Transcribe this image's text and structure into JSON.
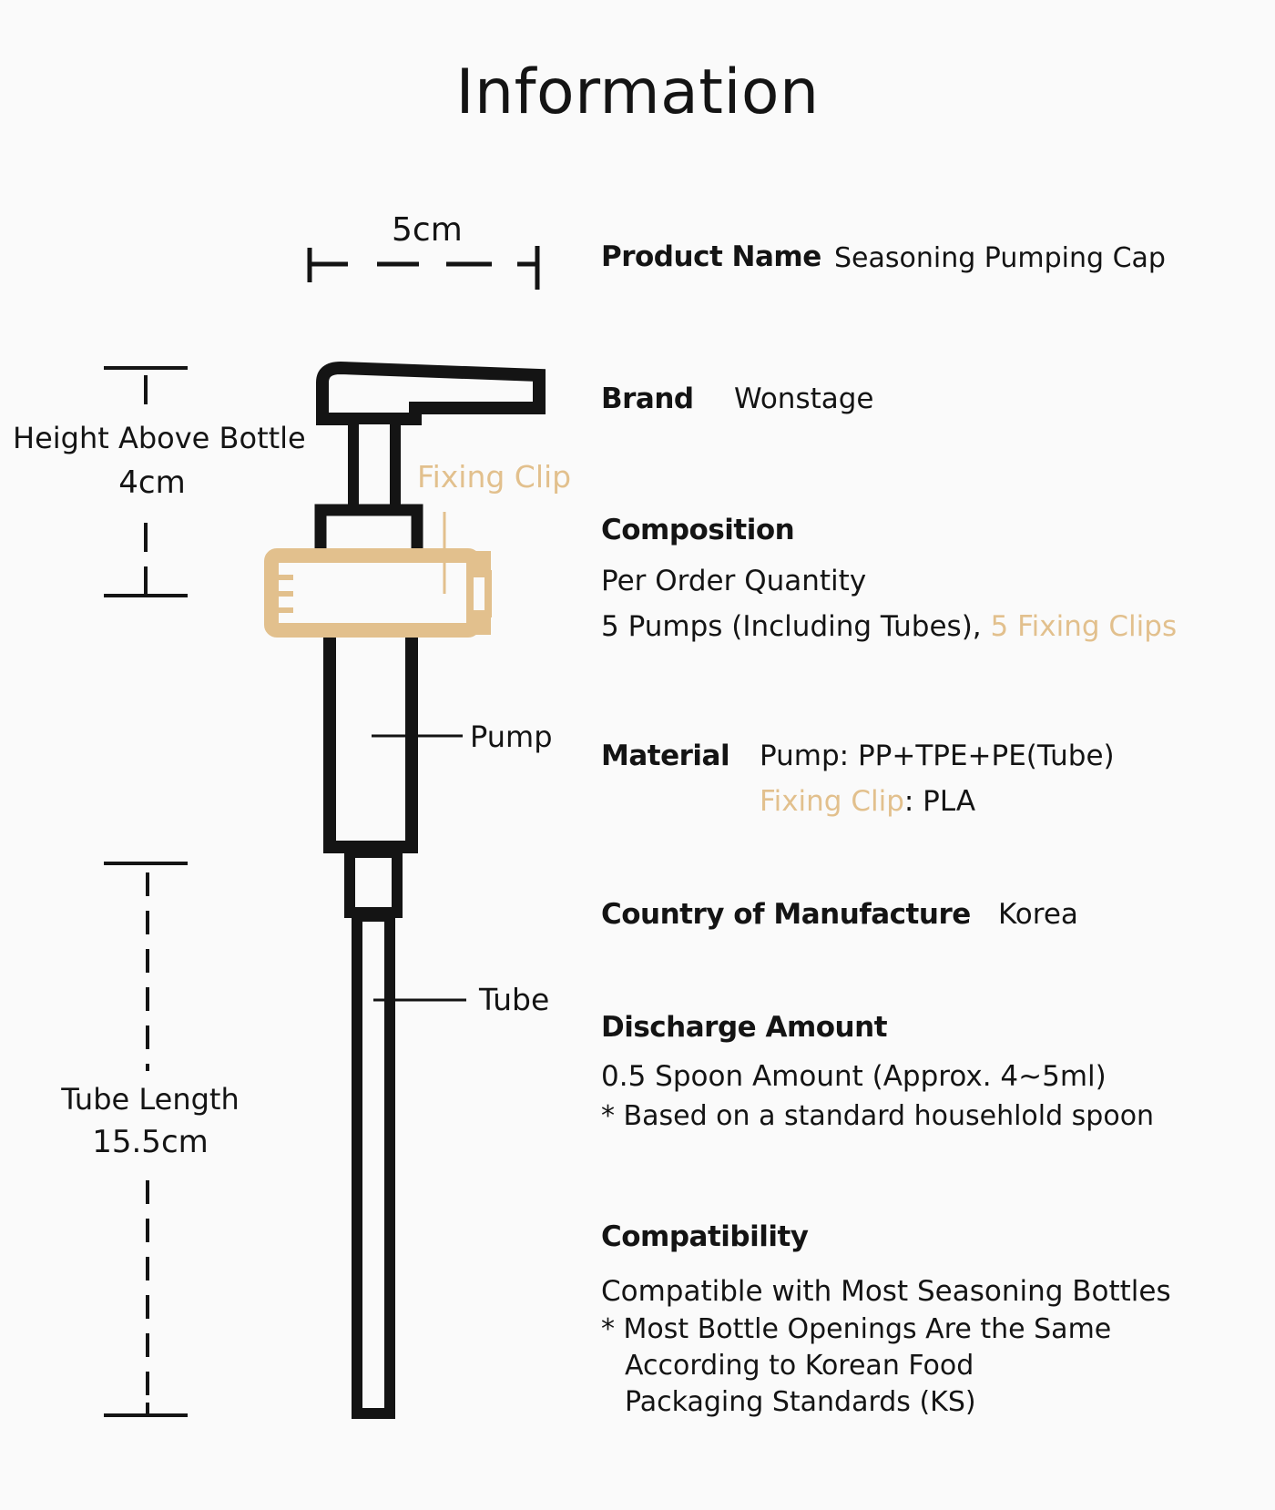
{
  "title": "Information",
  "colors": {
    "ink": "#141414",
    "accent": "#e2c08d",
    "background": "#fafafa"
  },
  "diagram": {
    "width_label": "5cm",
    "height_label_line1": "Height Above Bottle",
    "height_label_line2": "4cm",
    "fixing_clip_label": "Fixing Clip",
    "pump_label": "Pump",
    "tube_label": "Tube",
    "tube_length_line1": "Tube Length",
    "tube_length_line2": "15.5cm"
  },
  "specs": {
    "product_name": {
      "label": "Product Name",
      "value": "Seasoning Pumping Cap"
    },
    "brand": {
      "label": "Brand",
      "value": "Wonstage"
    },
    "composition": {
      "label": "Composition",
      "line1": "Per Order Quantity",
      "line2_prefix": "5 Pumps (Including Tubes), ",
      "line2_accent": "5 Fixing Clips"
    },
    "material": {
      "label": "Material",
      "line1": "Pump: PP+TPE+PE(Tube)",
      "line2_accent": "Fixing Clip",
      "line2_suffix": ": PLA"
    },
    "country": {
      "label": "Country of Manufacture",
      "value": "Korea"
    },
    "discharge": {
      "label": "Discharge Amount",
      "line1": "0.5 Spoon Amount (Approx. 4~5ml)",
      "note": "* Based on a standard househlold spoon"
    },
    "compatibility": {
      "label": "Compatibility",
      "line1": "Compatible with Most Seasoning Bottles",
      "note1": "* Most Bottle Openings Are the Same",
      "note2": "According to Korean Food",
      "note3": "Packaging Standards (KS)"
    }
  }
}
